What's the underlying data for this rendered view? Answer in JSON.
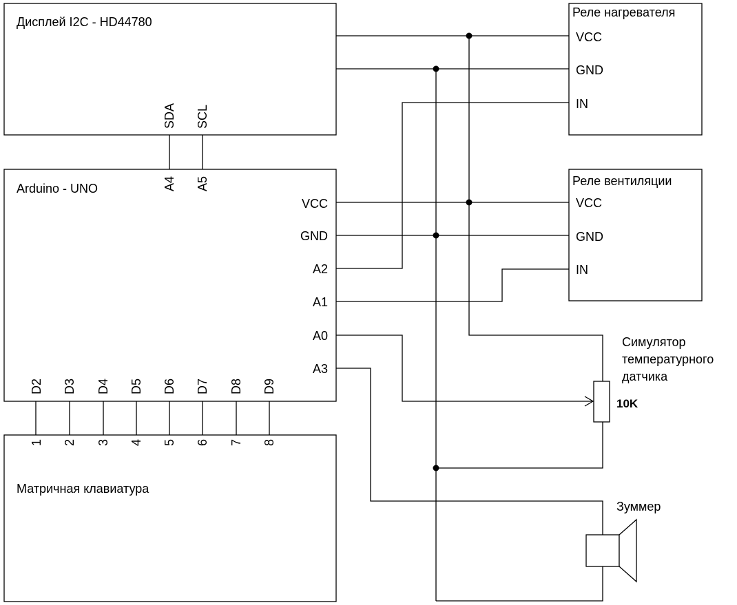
{
  "display": {
    "title": "Дисплей  I2C - HD44780",
    "pins": [
      "SDA",
      "SCL"
    ]
  },
  "arduino": {
    "title": "Arduino - UNO",
    "top_pins": [
      "A4",
      "A5"
    ],
    "right_pins": [
      "VCC",
      "GND",
      "A2",
      "A1",
      "A0",
      "A3"
    ],
    "bottom_pins": [
      "D2",
      "D3",
      "D4",
      "D5",
      "D6",
      "D7",
      "D8",
      "D9"
    ]
  },
  "keypad": {
    "title": "Матричная клавиатура",
    "pins": [
      "1",
      "2",
      "3",
      "4",
      "5",
      "6",
      "7",
      "8"
    ]
  },
  "relay_heater": {
    "title": "Реле нагревателя",
    "pins": [
      "VCC",
      "GND",
      "IN"
    ]
  },
  "relay_fan": {
    "title": "Реле вентиляции",
    "pins": [
      "VCC",
      "GND",
      "IN"
    ]
  },
  "sensor": {
    "title_lines": [
      "Симулятор",
      "температурного",
      "датчика"
    ],
    "value": "10K"
  },
  "buzzer": {
    "title": "Зуммер"
  }
}
